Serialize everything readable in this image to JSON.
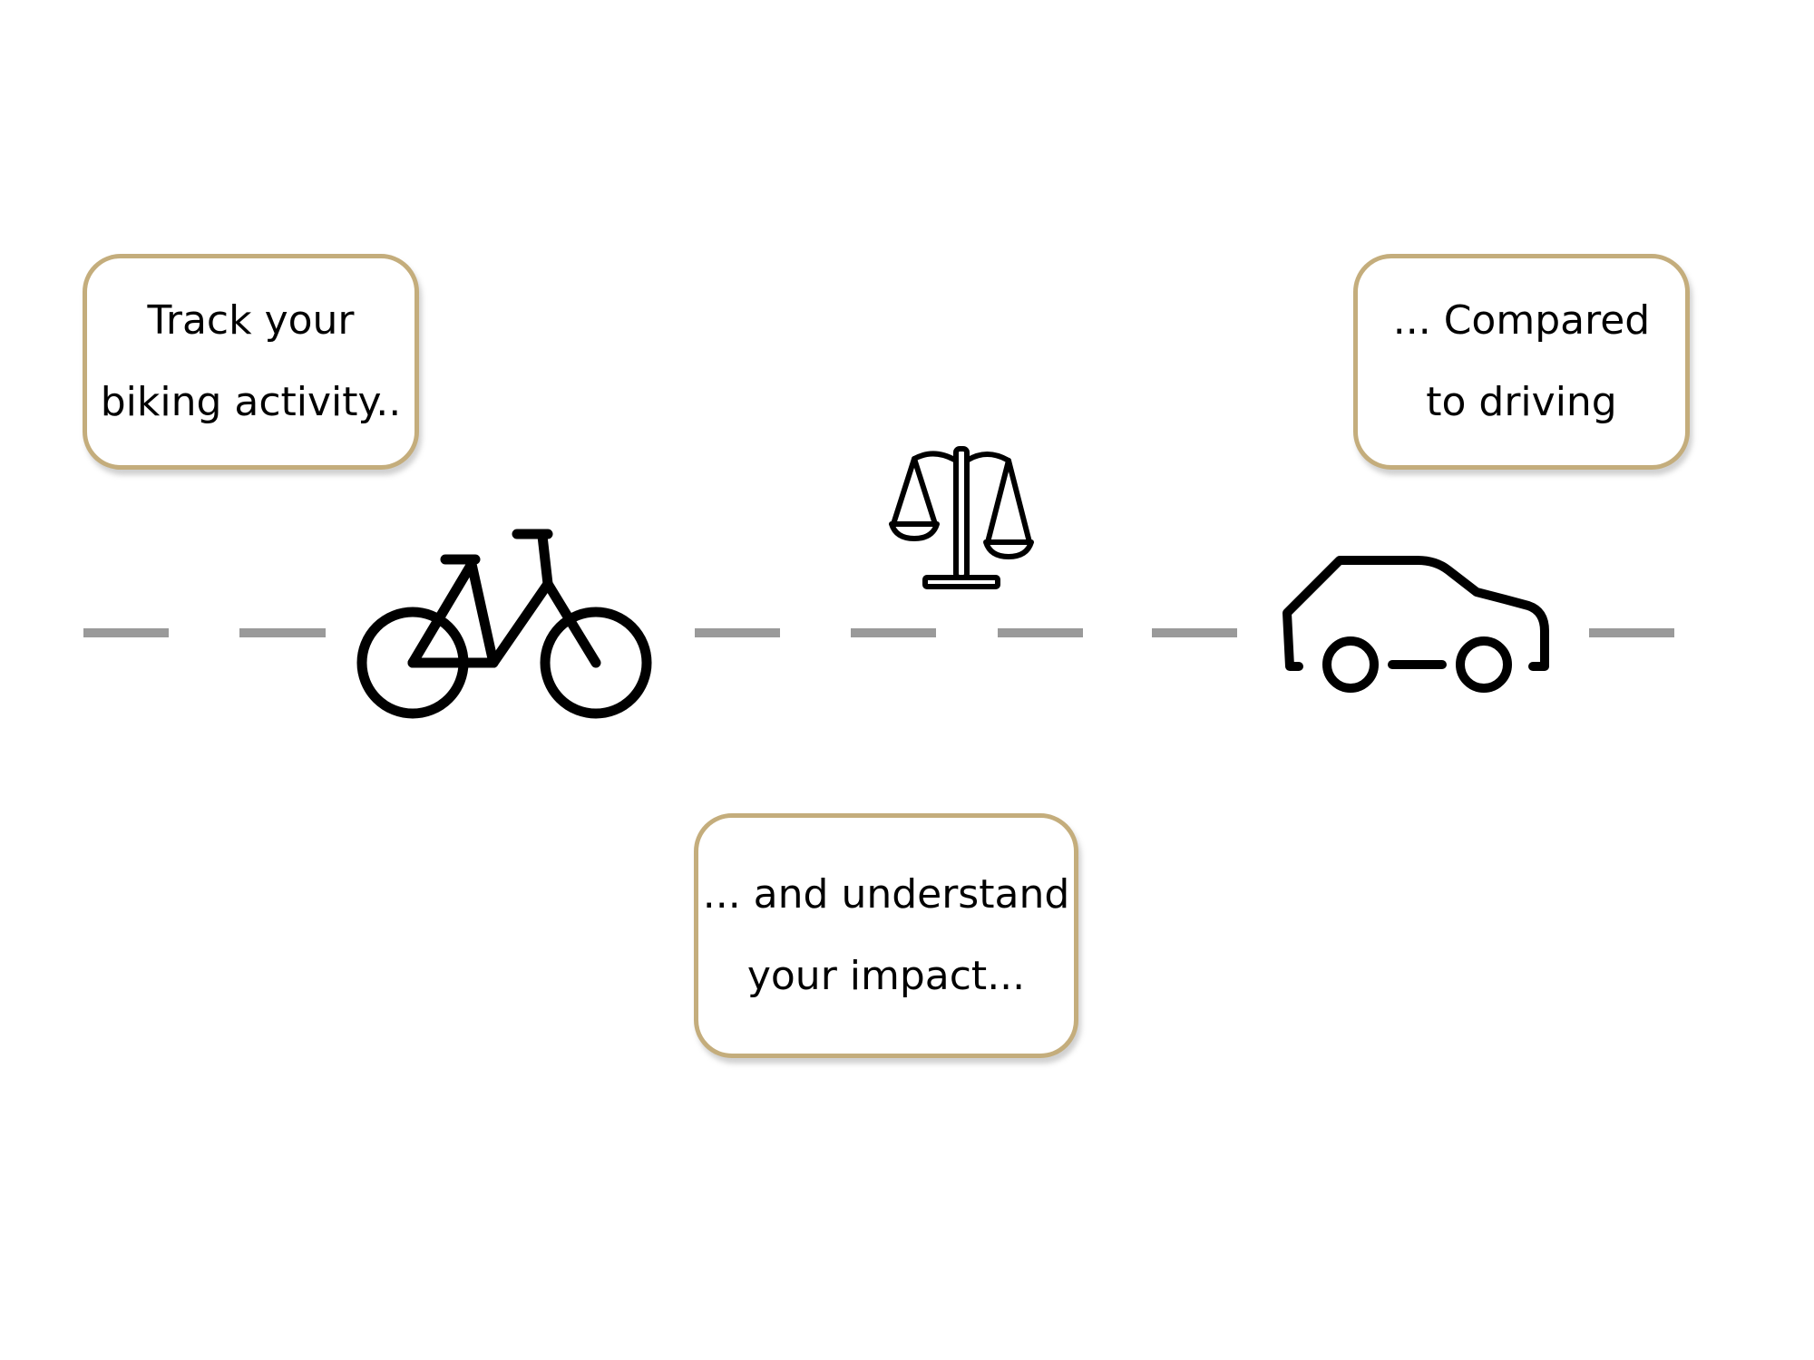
{
  "boxes": {
    "track": {
      "line1": "Track your",
      "line2": "biking activity.."
    },
    "impact": {
      "line1": "... and understand",
      "line2": "your impact..."
    },
    "compare": {
      "line1": "... Compared",
      "line2": "to driving"
    }
  },
  "icons": {
    "bike": "bicycle-icon",
    "scale": "balance-scale-icon",
    "car": "car-icon"
  },
  "colors": {
    "box_border": "#c4ad7c",
    "road_dash": "#9a9a9a",
    "icon_stroke": "#000000"
  }
}
